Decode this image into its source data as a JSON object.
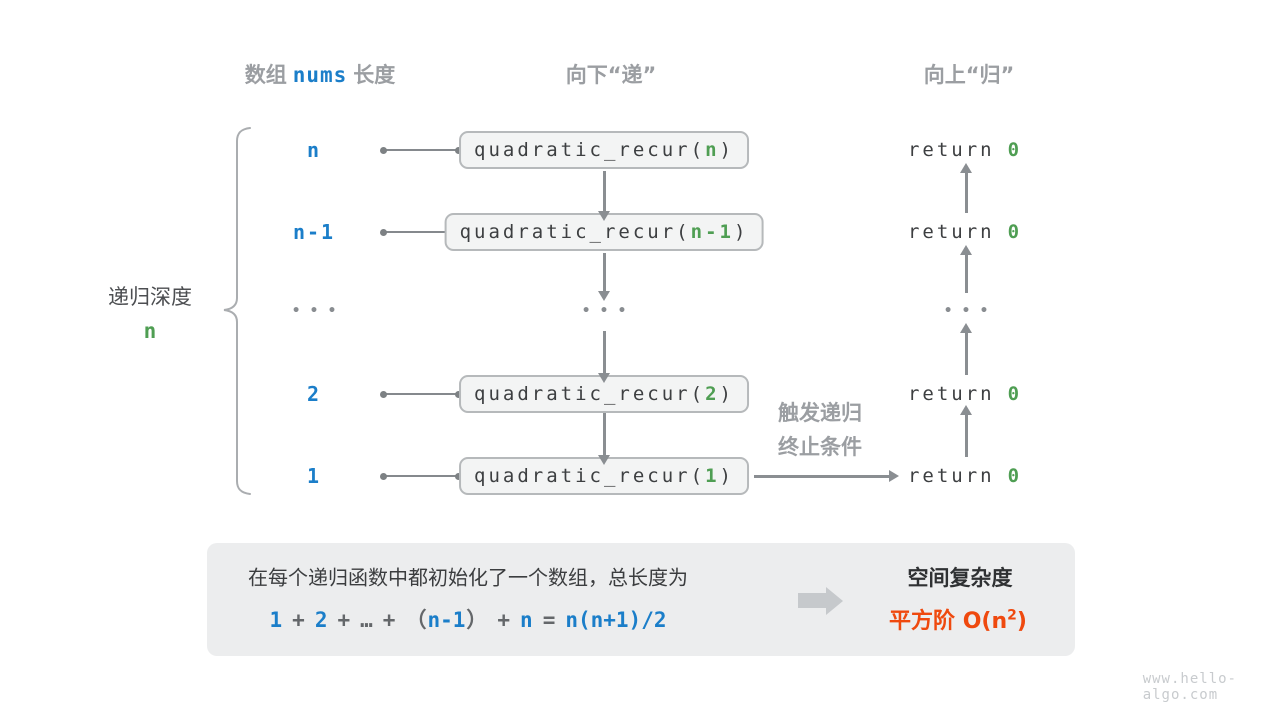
{
  "colors": {
    "blue": "#1b7ec9",
    "green": "#4f9e53",
    "orange": "#ef490e",
    "header_gray": "#9b9ea2",
    "line_gray": "#8a8e92",
    "code_text": "#3d3f41",
    "box_bg": "#f3f4f4",
    "box_border": "#b6b9bb",
    "panel_bg": "#ecedee"
  },
  "headers": {
    "left_prefix": "数组",
    "left_code": "nums",
    "left_suffix": "长度",
    "middle": "向下“递”",
    "right": "向上“归”"
  },
  "depth": {
    "label": "递归深度",
    "value": "n"
  },
  "ellipsis": "•••",
  "call_prefix": "quadratic_recur(",
  "call_suffix": ")",
  "return_keyword": "return",
  "return_value": "0",
  "rows": [
    {
      "label": "n",
      "arg": "n"
    },
    {
      "label": "n-1",
      "arg": "n-1"
    },
    {
      "label": "2",
      "arg": "2"
    },
    {
      "label": "1",
      "arg": "1"
    }
  ],
  "trigger": {
    "line1": "触发递归",
    "line2": "终止条件"
  },
  "panel": {
    "line1": "在每个递归函数中都初始化了一个数组，总长度为",
    "equation": {
      "n1": "1",
      "p1": "+",
      "n2": "2",
      "p2": "+",
      "dots": "…",
      "p3": "+",
      "lp": "（",
      "n3": "n-1",
      "rp": "）",
      "p4": "+",
      "n4": "n",
      "eq": "=",
      "n5": "n(n+1)/2"
    },
    "right_title": "空间复杂度",
    "right_value_prefix": "平方阶 O(n",
    "right_value_sup": "2",
    "right_value_suffix": ")"
  },
  "watermark": "www.hello-algo.com"
}
